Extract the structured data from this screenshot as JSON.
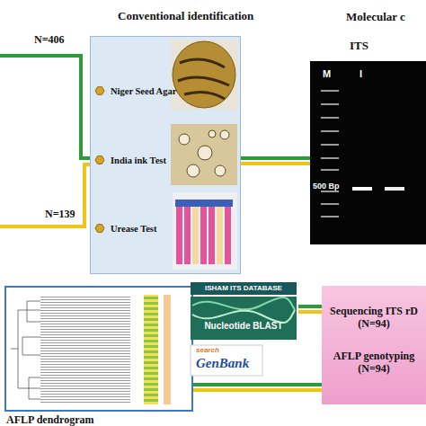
{
  "diagram": {
    "nodes": [
      {
        "text": [
          "Conventional identification",
          "Niger Seed Agar",
          "India ink Test",
          "Urease Test"
        ]
      },
      {
        "text": [
          "Molecular c",
          "ITS",
          "M",
          "I",
          "500 Bp"
        ]
      },
      {
        "text": [
          "AFLP dendrogram"
        ]
      },
      {
        "text": [
          "ISHAM ITS DATABASE",
          "Nucleotide BLAST",
          "search",
          "GenBank"
        ]
      },
      {
        "text": [
          "Sequencing ITS rD (N=94)",
          "AFLP genotyping (N=94)"
        ]
      }
    ],
    "edges": [
      {
        "from": 0,
        "to": 1,
        "arrow": "none"
      },
      {
        "from": 4,
        "to": 3,
        "arrow": "none"
      },
      {
        "from": 4,
        "to": 2,
        "arrow": "none"
      }
    ],
    "labels": [
      "N=406",
      "N=139"
    ]
  }
}
